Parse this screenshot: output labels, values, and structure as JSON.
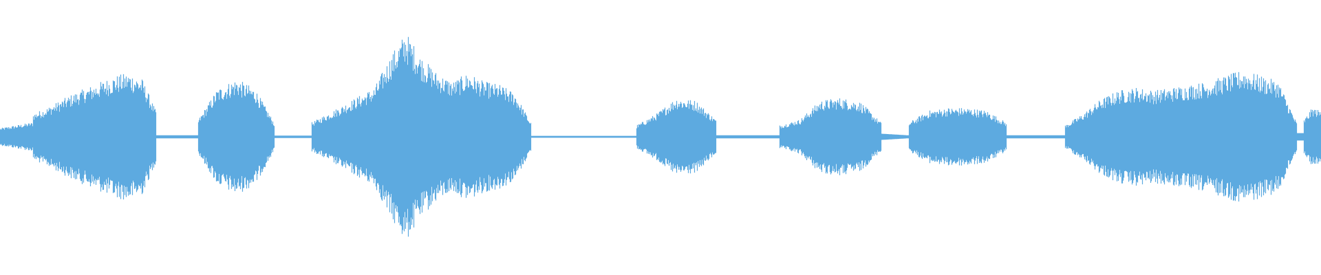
{
  "waveform": {
    "color": "#5daae0",
    "segments": [
      {
        "start": 0.0,
        "end": 0.025,
        "amp": [
          0.06,
          0.1
        ]
      },
      {
        "start": 0.025,
        "end": 0.118,
        "amp": [
          0.16,
          0.2,
          0.25,
          0.3,
          0.34,
          0.38,
          0.42,
          0.44,
          0.4,
          0.18
        ]
      },
      {
        "start": 0.118,
        "end": 0.15,
        "amp": [
          0.012,
          0.012
        ]
      },
      {
        "start": 0.15,
        "end": 0.208,
        "amp": [
          0.12,
          0.33,
          0.4,
          0.33,
          0.1
        ]
      },
      {
        "start": 0.208,
        "end": 0.236,
        "amp": [
          0.01,
          0.01
        ]
      },
      {
        "start": 0.236,
        "end": 0.402,
        "amp": [
          0.1,
          0.16,
          0.22,
          0.28,
          0.34,
          0.55,
          0.72,
          0.55,
          0.44,
          0.38,
          0.44,
          0.38,
          0.36,
          0.3,
          0.1
        ]
      },
      {
        "start": 0.402,
        "end": 0.482,
        "amp": [
          0.008,
          0.008
        ]
      },
      {
        "start": 0.482,
        "end": 0.542,
        "amp": [
          0.08,
          0.16,
          0.27,
          0.25,
          0.12
        ]
      },
      {
        "start": 0.542,
        "end": 0.59,
        "amp": [
          0.012,
          0.012
        ]
      },
      {
        "start": 0.59,
        "end": 0.667,
        "amp": [
          0.08,
          0.12,
          0.25,
          0.27,
          0.24,
          0.1
        ]
      },
      {
        "start": 0.667,
        "end": 0.688,
        "amp": [
          0.025,
          0.012
        ]
      },
      {
        "start": 0.688,
        "end": 0.762,
        "amp": [
          0.1,
          0.18,
          0.2,
          0.2,
          0.18,
          0.1
        ]
      },
      {
        "start": 0.762,
        "end": 0.806,
        "amp": [
          0.012,
          0.012
        ]
      },
      {
        "start": 0.806,
        "end": 0.982,
        "amp": [
          0.08,
          0.16,
          0.26,
          0.32,
          0.34,
          0.32,
          0.34,
          0.36,
          0.38,
          0.42,
          0.46,
          0.42,
          0.38,
          0.1
        ]
      },
      {
        "start": 0.982,
        "end": 0.987,
        "amp": [
          0.03,
          0.03
        ]
      },
      {
        "start": 0.987,
        "end": 1.0,
        "amp": [
          0.12,
          0.2,
          0.18
        ]
      }
    ]
  }
}
